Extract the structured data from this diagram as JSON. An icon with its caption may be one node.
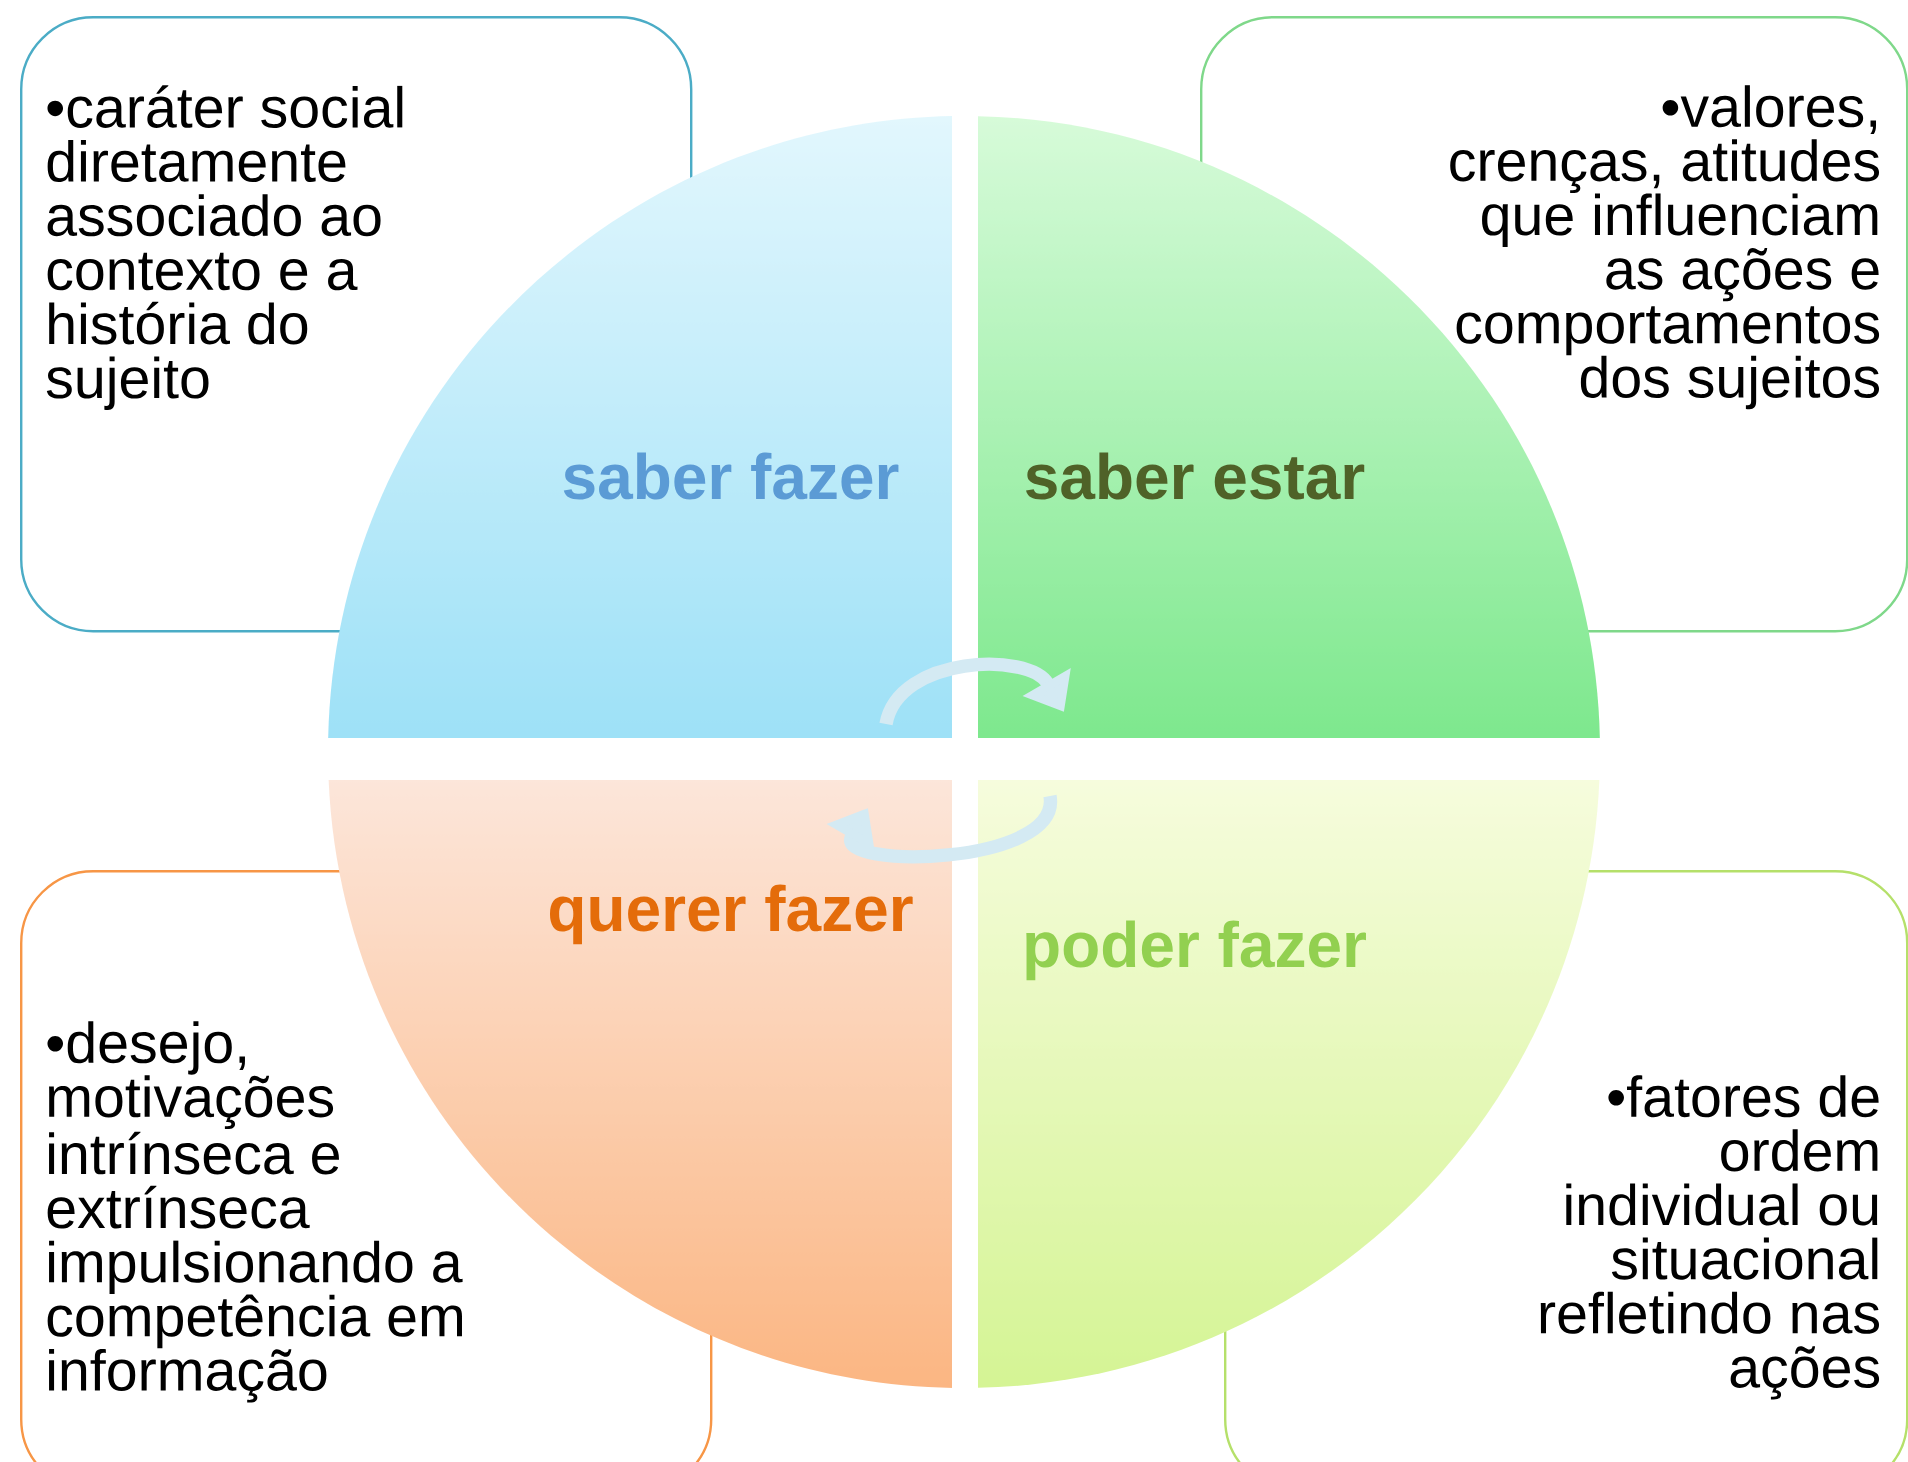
{
  "diagram": {
    "nodes": [
      {
        "text": [
          "•caráter social diretamente associado ao contexto e a história do sujeito"
        ]
      },
      {
        "text": [
          "•valores, crenças, atitudes que influenciam as ações e comportamentos dos sujeitos"
        ]
      },
      {
        "text": [
          "•desejo, motivações intrínseca e extrínseca impulsionando a competência em informação"
        ]
      },
      {
        "text": [
          "•fatores de ordem individual ou situacional refletindo nas ações"
        ]
      },
      {
        "text": [
          "saber fazer"
        ]
      },
      {
        "text": [
          "saber estar"
        ]
      },
      {
        "text": [
          "querer fazer"
        ]
      },
      {
        "text": [
          "poder fazer"
        ]
      }
    ]
  }
}
